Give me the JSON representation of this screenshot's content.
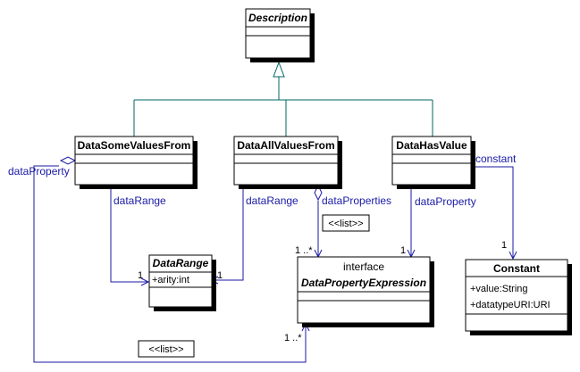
{
  "classes": {
    "description": {
      "name": "Description"
    },
    "data_some_values_from": {
      "name": "DataSomeValuesFrom"
    },
    "data_all_values_from": {
      "name": "DataAllValuesFrom"
    },
    "data_has_value": {
      "name": "DataHasValue"
    },
    "data_range": {
      "name": "DataRange",
      "attributes": [
        "+arity:int"
      ]
    },
    "data_property_expression": {
      "stereotype": "interface",
      "name": "DataPropertyExpression"
    },
    "constant": {
      "name": "Constant",
      "attributes": [
        "+value:String",
        "+datatypeURI:URI"
      ]
    }
  },
  "associations": {
    "some_data_property_role": "dataProperty",
    "some_data_range_role": "dataRange",
    "some_data_range_mult": "1",
    "all_data_range_role": "dataRange",
    "all_data_range_mult": "1",
    "all_data_properties_role": "dataProperties",
    "all_data_properties_mult": "1 ..*",
    "has_data_property_role": "dataProperty",
    "has_data_property_mult": "1",
    "has_constant_role": "constant",
    "has_constant_mult": "1",
    "some_data_property_mult": "1 ..*"
  },
  "notes": {
    "list_top": "<<list>>",
    "list_bottom": "<<list>>"
  },
  "colors": {
    "generalization": "#006666",
    "association": "#1a1aa6",
    "role_text": "#1a1aa6"
  }
}
